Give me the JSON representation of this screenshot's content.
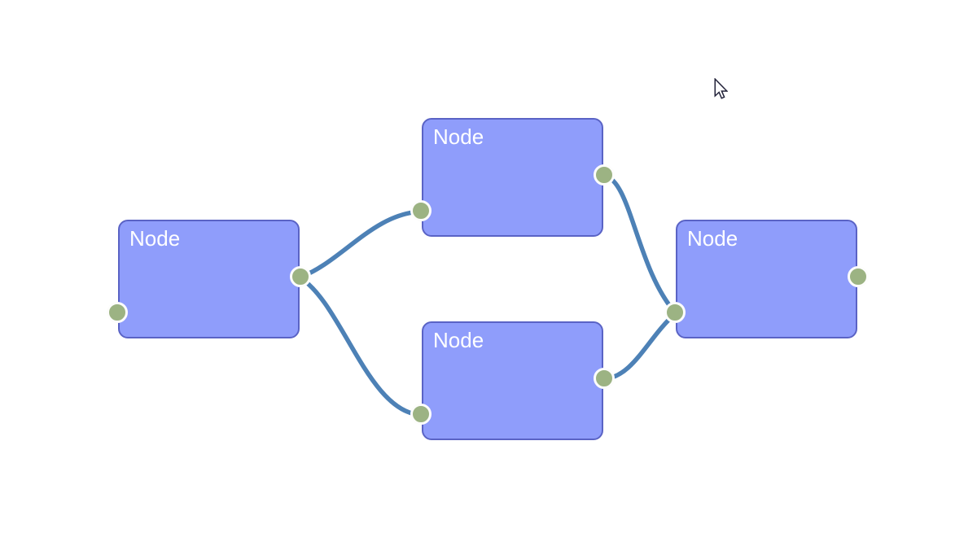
{
  "diagram": {
    "background": "#ffffff",
    "colors": {
      "node_fill": "#8f9dfb",
      "node_border": "#5a63c5",
      "node_text": "#ffffff",
      "port_fill": "#9cb383",
      "port_ring": "#fdfdfc",
      "link": "#4d81b6"
    },
    "nodes": [
      {
        "id": "node-1",
        "label": "Node"
      },
      {
        "id": "node-2",
        "label": "Node"
      },
      {
        "id": "node-3",
        "label": "Node"
      },
      {
        "id": "node-4",
        "label": "Node"
      }
    ],
    "connections": [
      {
        "from": "node-1.output",
        "to": "node-2.input"
      },
      {
        "from": "node-1.output",
        "to": "node-3.input"
      },
      {
        "from": "node-2.output",
        "to": "node-4.input"
      },
      {
        "from": "node-3.output",
        "to": "node-4.input"
      }
    ],
    "cursor": "arrow-pointer"
  }
}
